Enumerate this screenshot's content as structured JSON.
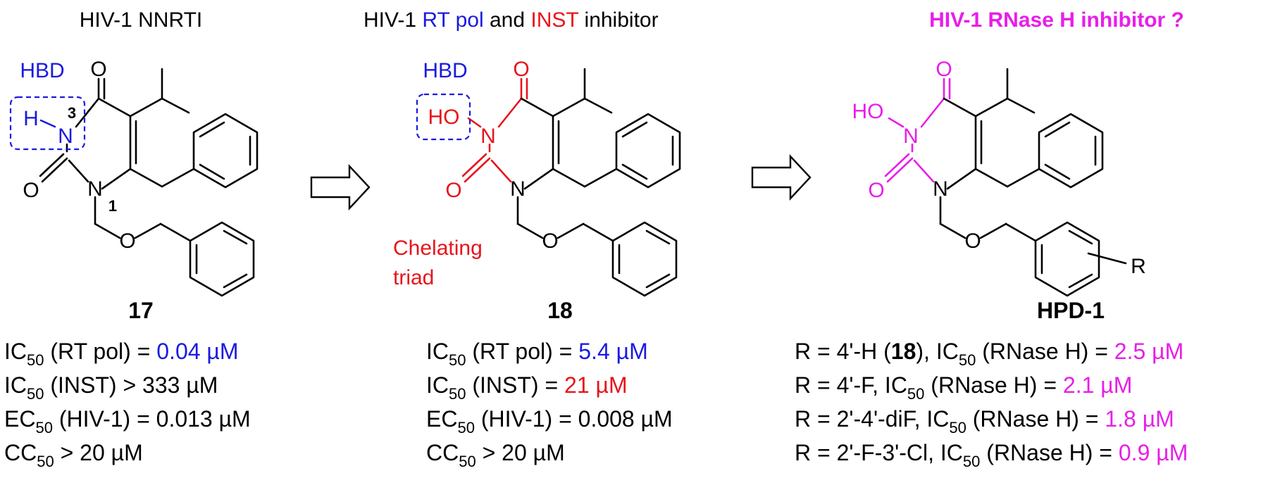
{
  "colors": {
    "black": "#000000",
    "blue": "#1a1ae0",
    "red": "#e8141b",
    "magenta": "#e81ee8"
  },
  "panel1": {
    "title": "HIV-1 NNRTI",
    "hbd": "HBD",
    "atom_H": "H",
    "atom_N3": "N",
    "locant_3": "3",
    "atom_N1": "N",
    "locant_1": "1",
    "atom_O_top": "O",
    "atom_O_left": "O",
    "atom_O_ether": "O",
    "compound": "17",
    "props": [
      {
        "pre": "IC",
        "sub": "50",
        "mid": " (RT pol) = ",
        "val": "0.04 µM",
        "color": "#1a1ae0"
      },
      {
        "pre": "IC",
        "sub": "50",
        "mid": " (INST) > 333 µM",
        "val": "",
        "color": "#000000"
      },
      {
        "pre": "EC",
        "sub": "50",
        "mid": " (HIV-1) = 0.013 µM",
        "val": "",
        "color": "#000000"
      },
      {
        "pre": "CC",
        "sub": "50",
        "mid": " > 20 µM",
        "val": "",
        "color": "#000000"
      }
    ]
  },
  "panel2": {
    "title_pre": "HIV-1 ",
    "title_rt": "RT pol",
    "title_and": " and ",
    "title_inst": "INST",
    "title_post": " inhibitor",
    "hbd": "HBD",
    "atom_HO": "HO",
    "atom_N3": "N",
    "atom_N1": "N",
    "atom_O_top": "O",
    "atom_O_left": "O",
    "atom_O_ether": "O",
    "chelating_1": "Chelating",
    "chelating_2": "triad",
    "compound": "18",
    "props": [
      {
        "pre": "IC",
        "sub": "50",
        "mid": " (RT pol) = ",
        "val": "5.4 µM",
        "color": "#1a1ae0"
      },
      {
        "pre": "IC",
        "sub": "50",
        "mid": " (INST) = ",
        "val": "21 µM",
        "color": "#e8141b"
      },
      {
        "pre": "EC",
        "sub": "50",
        "mid": " (HIV-1) = 0.008 µM",
        "val": "",
        "color": "#000000"
      },
      {
        "pre": "CC",
        "sub": "50",
        "mid": " > 20 µM",
        "val": "",
        "color": "#000000"
      }
    ]
  },
  "panel3": {
    "title": "HIV-1 RNase H inhibitor ?",
    "atom_HO": "HO",
    "atom_N3": "N",
    "atom_N1": "N",
    "atom_O_top": "O",
    "atom_O_left": "O",
    "atom_O_ether": "O",
    "atom_R": "R",
    "compound": "HPD-1",
    "props": [
      {
        "lead": "R = 4'-H (",
        "bold": "18",
        "tail": "), IC",
        "sub": "50",
        "mid": " (RNase H) = ",
        "val": "2.5 µM"
      },
      {
        "lead": "R = 4'-F,  IC",
        "bold": "",
        "tail": "",
        "sub": "50",
        "mid": " (RNase H) = ",
        "val": "2.1 µM"
      },
      {
        "lead": "R = 2'-4'-diF,  IC",
        "bold": "",
        "tail": "",
        "sub": "50",
        "mid": " (RNase H) = ",
        "val": "1.8 µM"
      },
      {
        "lead": "R = 2'-F-3'-Cl, IC",
        "bold": "",
        "tail": "",
        "sub": "50",
        "mid": " (RNase H) = ",
        "val": "0.9 µM"
      }
    ]
  }
}
